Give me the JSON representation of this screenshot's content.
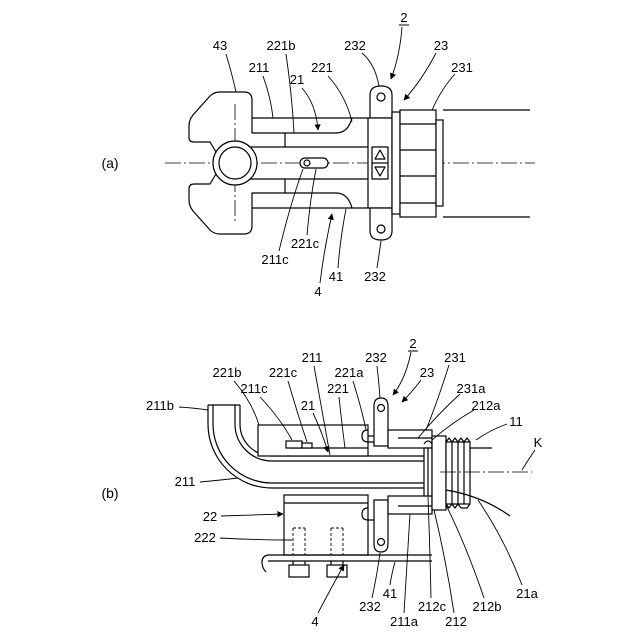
{
  "colors": {
    "ink": "#000000",
    "paper": "#ffffff"
  },
  "figure_a": {
    "caption": "(a)",
    "assembly_ref": "2",
    "labels": [
      "43",
      "221b",
      "232",
      "23",
      "211",
      "221",
      "231",
      "21",
      "221c",
      "211c",
      "41",
      "232",
      "4"
    ]
  },
  "figure_b": {
    "caption": "(b)",
    "assembly_ref": "2",
    "labels": [
      "211",
      "232",
      "231",
      "221a",
      "23",
      "221b",
      "221c",
      "211c",
      "221",
      "231a",
      "211b",
      "21",
      "212a",
      "11",
      "K",
      "211",
      "22",
      "222",
      "21a",
      "4",
      "232",
      "41",
      "211a",
      "212c",
      "212",
      "212b"
    ]
  }
}
